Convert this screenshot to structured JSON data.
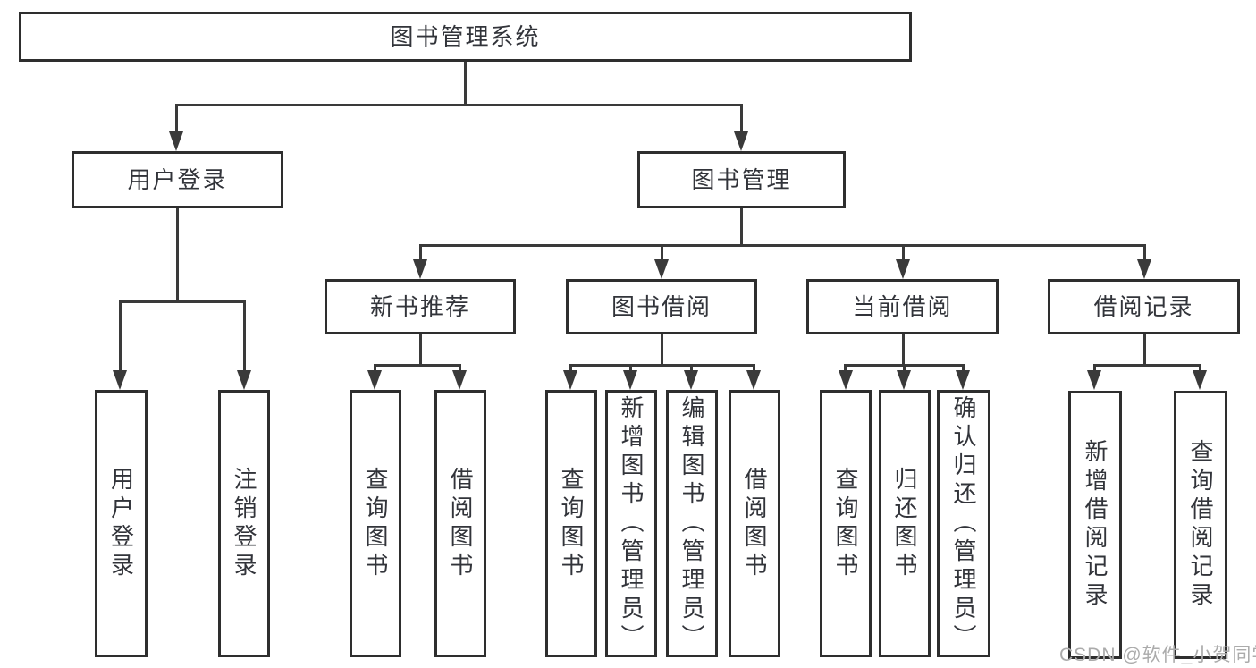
{
  "diagram_title": "图书管理系统",
  "colors": {
    "background": "#ffffff",
    "border": "#2e2e2e",
    "line": "#3a3a3a",
    "text": "#32343a",
    "watermark": "#ababab"
  },
  "nodes": {
    "root": "图书管理系统",
    "level2": {
      "user_login": "用户登录",
      "book_management": "图书管理"
    },
    "level3": {
      "new_book_recommend": "新书推荐",
      "book_borrow": "图书借阅",
      "current_borrow": "当前借阅",
      "borrow_record": "借阅记录"
    },
    "leaves": {
      "user_login_children": [
        "用户登录",
        "注销登录"
      ],
      "new_book_recommend_children": [
        "查询图书",
        "借阅图书"
      ],
      "book_borrow_children": [
        "查询图书",
        "新增图书（管理员）",
        "编辑图书（管理员）",
        "借阅图书"
      ],
      "current_borrow_children": [
        "查询图书",
        "归还图书",
        "确认归还（管理员）"
      ],
      "borrow_record_children": [
        "新增借阅记录",
        "查询借阅记录"
      ]
    }
  },
  "watermark": "CSDN @软件_小贺同学"
}
